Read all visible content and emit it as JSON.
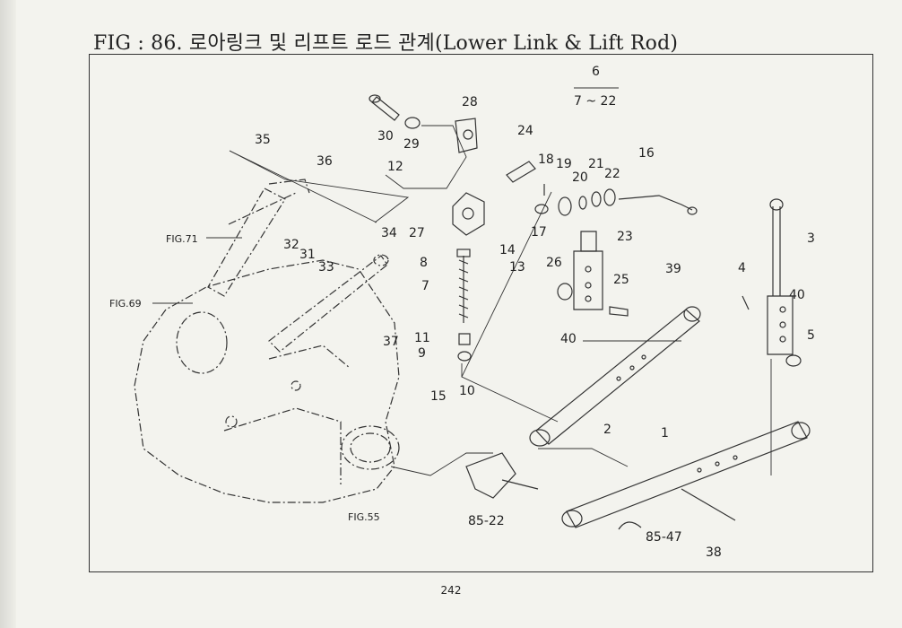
{
  "title": "FIG : 86. 로아링크 및 리프트 로드 관계(Lower Link & Lift Rod)",
  "page_number": "242",
  "callouts": {
    "c1": "1",
    "c2": "2",
    "c3": "3",
    "c4": "4",
    "c5": "5",
    "c6": "6",
    "c6range": "7 ~ 22",
    "c7": "7",
    "c8": "8",
    "c9": "9",
    "c10": "10",
    "c11": "11",
    "c12": "12",
    "c13": "13",
    "c14": "14",
    "c15": "15",
    "c16": "16",
    "c17": "17",
    "c18": "18",
    "c19": "19",
    "c20": "20",
    "c21": "21",
    "c22": "22",
    "c23": "23",
    "c24": "24",
    "c25": "25",
    "c26": "26",
    "c27": "27",
    "c28": "28",
    "c29": "29",
    "c30": "30",
    "c31": "31",
    "c32": "32",
    "c33": "33",
    "c34": "34",
    "c35": "35",
    "c36": "36",
    "c37": "37",
    "c38": "38",
    "c39": "39",
    "c40a": "40",
    "c40b": "40",
    "c85_22": "85-22",
    "c85_47": "85-47"
  },
  "figure_refs": {
    "fig71": "FIG.71",
    "fig69": "FIG.69",
    "fig55": "FIG.55"
  }
}
